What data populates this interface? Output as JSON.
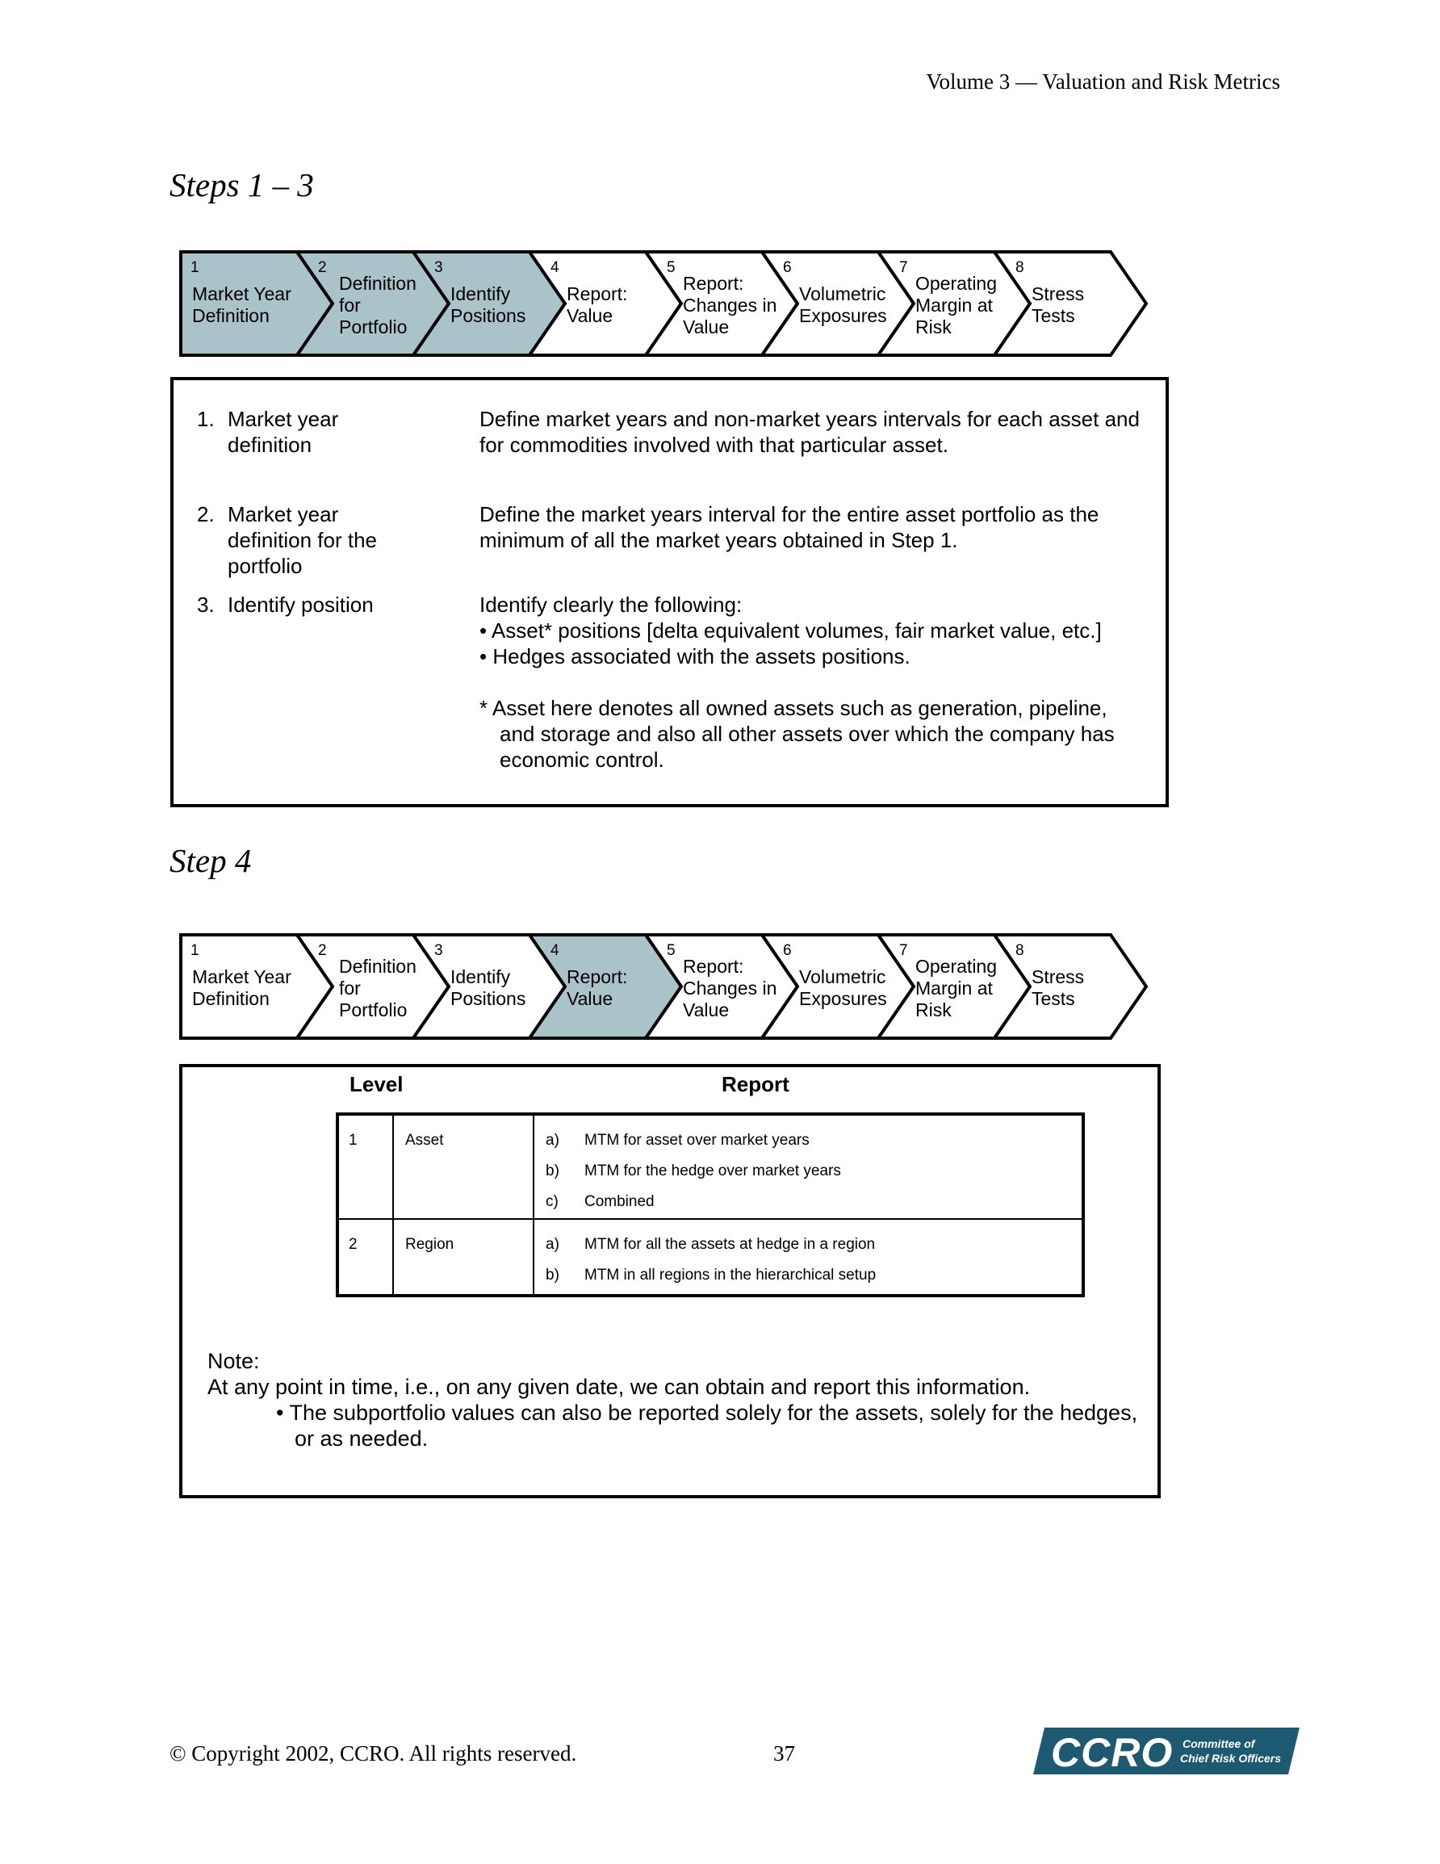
{
  "header": {
    "running_title": "Volume 3 — Valuation and Risk Metrics"
  },
  "section1": {
    "title": "Steps 1 – 3",
    "flow": {
      "active_steps": [
        1,
        2,
        3
      ],
      "steps": [
        {
          "num": "1",
          "lines": [
            "Market Year",
            "Definition"
          ]
        },
        {
          "num": "2",
          "lines": [
            "Definition",
            "for",
            "Portfolio"
          ]
        },
        {
          "num": "3",
          "lines": [
            "Identify",
            "Positions"
          ]
        },
        {
          "num": "4",
          "lines": [
            "Report:",
            "Value"
          ]
        },
        {
          "num": "5",
          "lines": [
            "Report:",
            "Changes in",
            "Value"
          ]
        },
        {
          "num": "6",
          "lines": [
            "Volumetric",
            "Exposures"
          ]
        },
        {
          "num": "7",
          "lines": [
            "Operating",
            "Margin at",
            "Risk"
          ]
        },
        {
          "num": "8",
          "lines": [
            "Stress",
            "Tests"
          ]
        }
      ]
    },
    "definitions": [
      {
        "num": "1.",
        "term": [
          "Market year",
          "definition"
        ],
        "desc": [
          "Define market years and non-market years intervals for each asset and",
          "for commodities involved with that particular asset."
        ]
      },
      {
        "num": "2.",
        "term": [
          "Market year",
          "definition for the",
          "portfolio"
        ],
        "desc": [
          "Define the market years interval for the entire asset portfolio as the",
          "minimum of all the market years obtained in Step 1."
        ]
      },
      {
        "num": "3.",
        "term": [
          "Identify position"
        ],
        "desc": [
          "Identify clearly the following:",
          "•  Asset* positions [delta equivalent volumes, fair market value, etc.]",
          "•  Hedges associated with the assets positions."
        ]
      }
    ],
    "footnote": [
      "* Asset here denotes all owned assets such as generation, pipeline,",
      "and storage and also all other assets over which the company has",
      "economic control."
    ]
  },
  "section2": {
    "title": "Step 4",
    "flow": {
      "active_steps": [
        4
      ],
      "steps": [
        {
          "num": "1",
          "lines": [
            "Market Year",
            "Definition"
          ]
        },
        {
          "num": "2",
          "lines": [
            "Definition",
            "for",
            "Portfolio"
          ]
        },
        {
          "num": "3",
          "lines": [
            "Identify",
            "Positions"
          ]
        },
        {
          "num": "4",
          "lines": [
            "Report:",
            "Value"
          ]
        },
        {
          "num": "5",
          "lines": [
            "Report:",
            "Changes in",
            "Value"
          ]
        },
        {
          "num": "6",
          "lines": [
            "Volumetric",
            "Exposures"
          ]
        },
        {
          "num": "7",
          "lines": [
            "Operating",
            "Margin at",
            "Risk"
          ]
        },
        {
          "num": "8",
          "lines": [
            "Stress",
            "Tests"
          ]
        }
      ]
    },
    "table": {
      "level_header": "Level",
      "report_header": "Report",
      "rows": [
        {
          "level": "1",
          "name": "Asset",
          "items": [
            {
              "letter": "a)",
              "text": "MTM for asset over market years"
            },
            {
              "letter": "b)",
              "text": "MTM for the hedge over market years"
            },
            {
              "letter": "c)",
              "text": "Combined"
            }
          ]
        },
        {
          "level": "2",
          "name": "Region",
          "items": [
            {
              "letter": "a)",
              "text": "MTM for all the assets at hedge in a region"
            },
            {
              "letter": "b)",
              "text": "MTM in all regions in the hierarchical setup"
            }
          ]
        }
      ]
    },
    "note": {
      "label": "Note:",
      "line": "At any point in time, i.e., on any given date, we can obtain and report this information.",
      "bullet": [
        "•  The subportfolio values can also be reported solely for the assets, solely for the hedges,",
        "or as needed."
      ]
    }
  },
  "footer": {
    "copyright": "© Copyright 2002, CCRO. All rights reserved.",
    "page_number": "37"
  },
  "logo": {
    "mark": "CCRO",
    "tagline": [
      "Committee of",
      "Chief Risk Officers"
    ],
    "color": "#1d5a72"
  },
  "colors": {
    "active_step_fill": "#a9c3c9",
    "inactive_step_fill": "#ffffff"
  }
}
